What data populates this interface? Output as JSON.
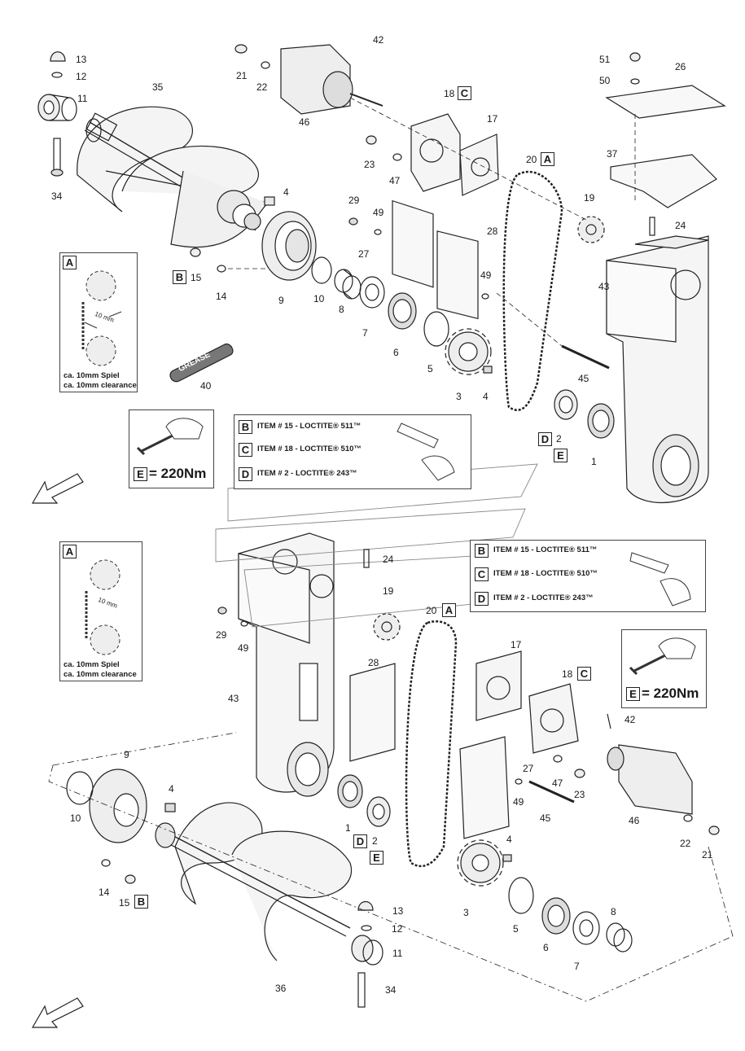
{
  "callouts": {
    "n1": "1",
    "n2": "2",
    "n3": "3",
    "n4": "4",
    "n5": "5",
    "n6": "6",
    "n7": "7",
    "n8": "8",
    "n9": "9",
    "n10": "10",
    "n11": "11",
    "n12": "12",
    "n13": "13",
    "n14": "14",
    "n15": "15",
    "n17": "17",
    "n18": "18",
    "n19": "19",
    "n20": "20",
    "n21": "21",
    "n22": "22",
    "n23": "23",
    "n24": "24",
    "n26": "26",
    "n27": "27",
    "n28": "28",
    "n29": "29",
    "n34": "34",
    "n35": "35",
    "n36": "36",
    "n37": "37",
    "n40": "40",
    "n42": "42",
    "n43": "43",
    "n45": "45",
    "n46": "46",
    "n47": "47",
    "n49": "49",
    "n50": "50",
    "n51": "51"
  },
  "letters": {
    "a": "A",
    "b": "B",
    "c": "C",
    "d": "D",
    "e": "E"
  },
  "clearance_panel": {
    "tag": "A",
    "mm": "10 mm",
    "line1": "ca. 10mm Spiel",
    "line2": "ca. 10mm clearance"
  },
  "grease_label": "GREASE",
  "torque_value": "= 220Nm",
  "loctite_panel": {
    "rows": [
      {
        "tag": "B",
        "text": "ITEM # 15 - LOCTITE® 511™"
      },
      {
        "tag": "C",
        "text": "ITEM # 18 - LOCTITE® 510™"
      },
      {
        "tag": "D",
        "text": "ITEM #   2 - LOCTITE® 243™"
      }
    ]
  }
}
